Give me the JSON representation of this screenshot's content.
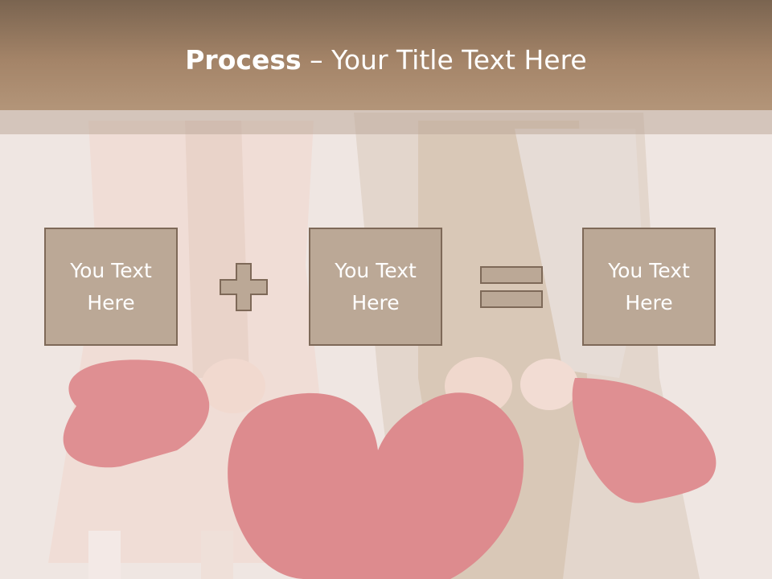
{
  "slide": {
    "title_bold": "Process",
    "title_rest": " – Your Title Text Here",
    "boxes": [
      {
        "text": "You Text Here"
      },
      {
        "text": "You Text Here"
      },
      {
        "text": "You Text Here"
      }
    ],
    "operators": [
      "plus-icon",
      "equals-icon"
    ]
  },
  "colors": {
    "title_bar": "#a48468",
    "box_fill": "#bba896",
    "box_border": "#7e6958",
    "text": "#ffffff"
  }
}
